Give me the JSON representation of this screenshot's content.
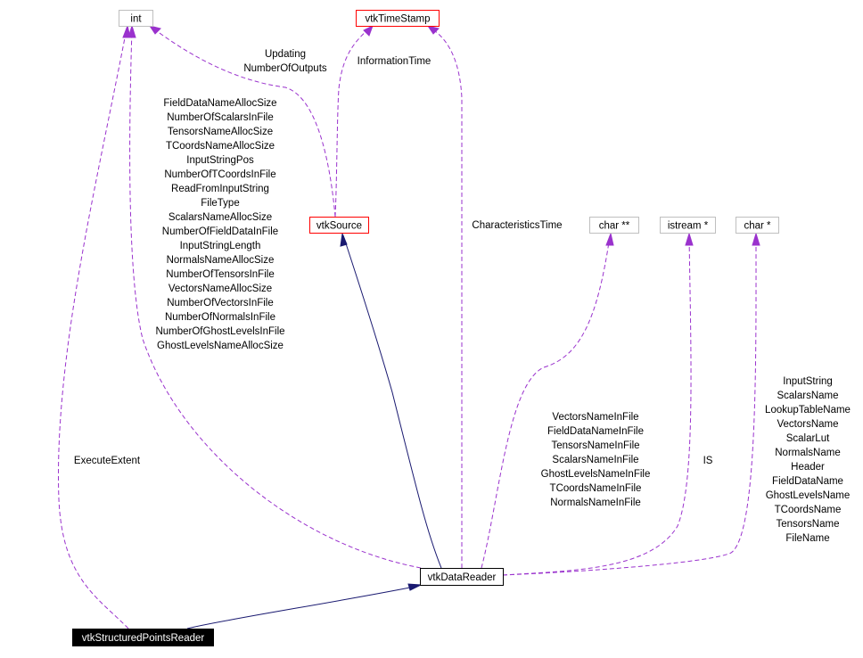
{
  "nodes": {
    "int": "int",
    "timestamp": "vtkTimeStamp",
    "source": "vtkSource",
    "charpp": "char **",
    "istream": "istream *",
    "charp": "char *",
    "datareader": "vtkDataReader",
    "spreader": "vtkStructuredPointsReader"
  },
  "edge_labels": {
    "source_int": [
      "Updating",
      "NumberOfOutputs"
    ],
    "source_timestamp": [
      "InformationTime"
    ],
    "datareader_timestamp": [
      "CharacteristicsTime"
    ],
    "datareader_int": [
      "FieldDataNameAllocSize",
      "NumberOfScalarsInFile",
      "TensorsNameAllocSize",
      "TCoordsNameAllocSize",
      "InputStringPos",
      "NumberOfTCoordsInFile",
      "ReadFromInputString",
      "FileType",
      "ScalarsNameAllocSize",
      "NumberOfFieldDataInFile",
      "InputStringLength",
      "NormalsNameAllocSize",
      "NumberOfTensorsInFile",
      "VectorsNameAllocSize",
      "NumberOfVectorsInFile",
      "NumberOfNormalsInFile",
      "NumberOfGhostLevelsInFile",
      "GhostLevelsNameAllocSize"
    ],
    "spreader_int": [
      "ExecuteExtent"
    ],
    "datareader_charpp": [
      "VectorsNameInFile",
      "FieldDataNameInFile",
      "TensorsNameInFile",
      "ScalarsNameInFile",
      "GhostLevelsNameInFile",
      "TCoordsNameInFile",
      "NormalsNameInFile"
    ],
    "datareader_istream": [
      "IS"
    ],
    "datareader_charp": [
      "InputString",
      "ScalarsName",
      "LookupTableName",
      "VectorsName",
      "ScalarLut",
      "NormalsName",
      "Header",
      "FieldDataName",
      "GhostLevelsName",
      "TCoordsName",
      "TensorsName",
      "FileName"
    ]
  },
  "colors": {
    "usage_edge": "#9a32cd",
    "inherit_edge": "#191970",
    "undocumented_border": "#bfbfbf",
    "documented_border": "#ff0000"
  }
}
